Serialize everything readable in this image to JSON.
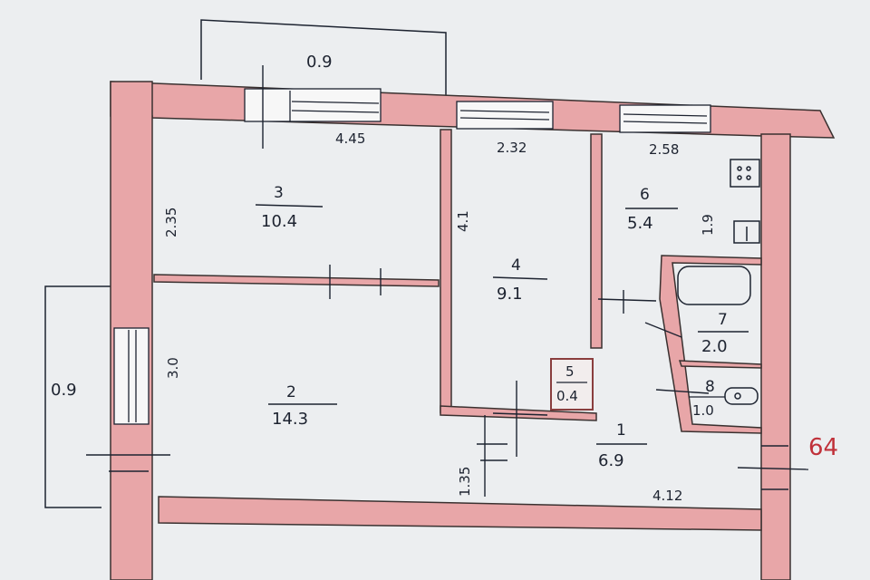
{
  "plan": {
    "stamp_number": "64",
    "rooms": [
      {
        "no": "1",
        "area": "6.9"
      },
      {
        "no": "2",
        "area": "14.3"
      },
      {
        "no": "3",
        "area": "10.4"
      },
      {
        "no": "4",
        "area": "9.1"
      },
      {
        "no": "5",
        "area": "0.4"
      },
      {
        "no": "6",
        "area": "5.4"
      },
      {
        "no": "7",
        "area": "2.0"
      },
      {
        "no": "8",
        "area": "1.0"
      }
    ],
    "dimensions": {
      "balcony_top": "0.9",
      "balcony_left": "0.9",
      "room3_width": "4.45",
      "room3_height": "2.35",
      "room4_width": "2.32",
      "room4_height": "4.1",
      "room6_width": "2.58",
      "room6_height": "1.9",
      "room2_height": "3.0",
      "corridor_width": "4.12",
      "corridor_height": "1.35"
    },
    "colors": {
      "wall_fill": "#e8a6a8",
      "wall_stroke": "#3a3130",
      "ink": "#1d2330",
      "stamp": "#c0313a"
    }
  }
}
